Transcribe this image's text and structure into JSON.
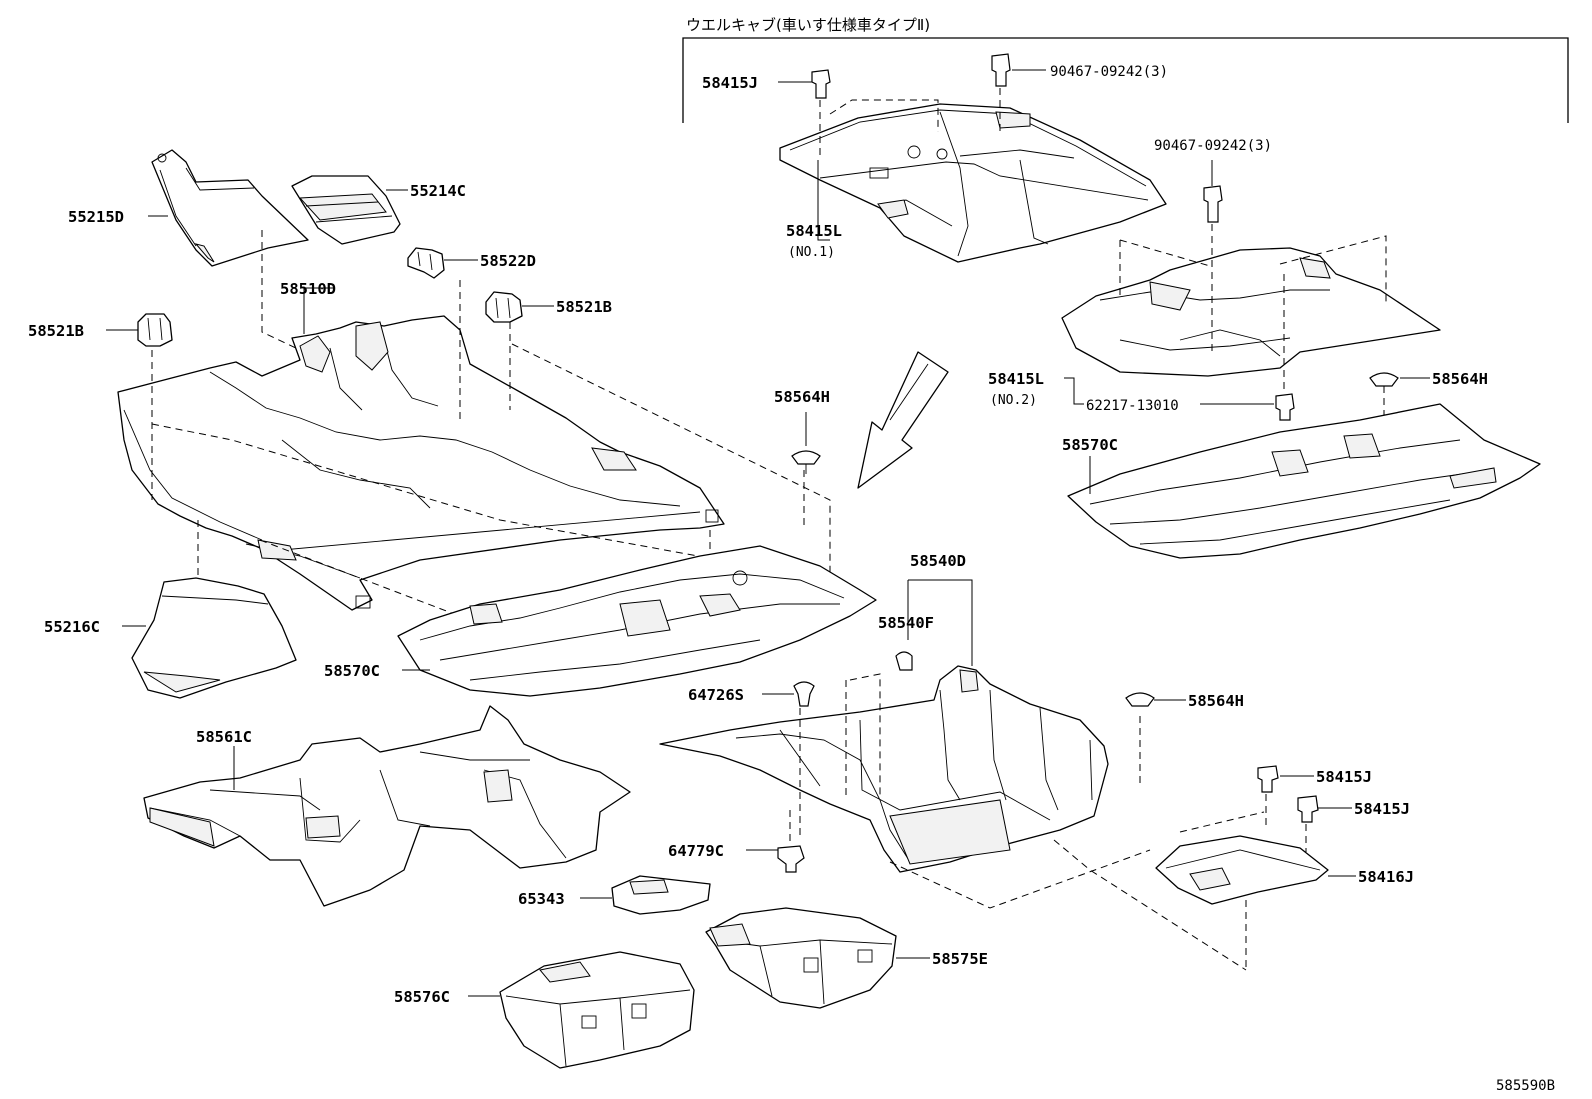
{
  "header": {
    "variant_title": "ウエルキャブ(車いす仕様車タイプⅡ)"
  },
  "labels": {
    "p58415J_top": "58415J",
    "p90467_a": "90467-09242(3)",
    "p90467_b": "90467-09242(3)",
    "p58415L_1": "58415L",
    "p58415L_1_note": "(NO.1)",
    "p58415L_2": "58415L",
    "p58415L_2_note": "(NO.2)",
    "p62217": "62217-13010",
    "p58564H_right": "58564H",
    "p58570C_right": "58570C",
    "p55215D": "55215D",
    "p55214C": "55214C",
    "p58522D": "58522D",
    "p58510D": "58510D",
    "p58521B_left": "58521B",
    "p58521B_right": "58521B",
    "p58564H_mid": "58564H",
    "p55216C": "55216C",
    "p58570C_left": "58570C",
    "p58540D": "58540D",
    "p58540F": "58540F",
    "p64726S": "64726S",
    "p58564H_low": "58564H",
    "p58561C": "58561C",
    "p64779C": "64779C",
    "p58415J_a": "58415J",
    "p58415J_b": "58415J",
    "p58416J": "58416J",
    "p65343": "65343",
    "p58575E": "58575E",
    "p58576C": "58576C"
  },
  "footer": {
    "figure_code": "585590B"
  }
}
